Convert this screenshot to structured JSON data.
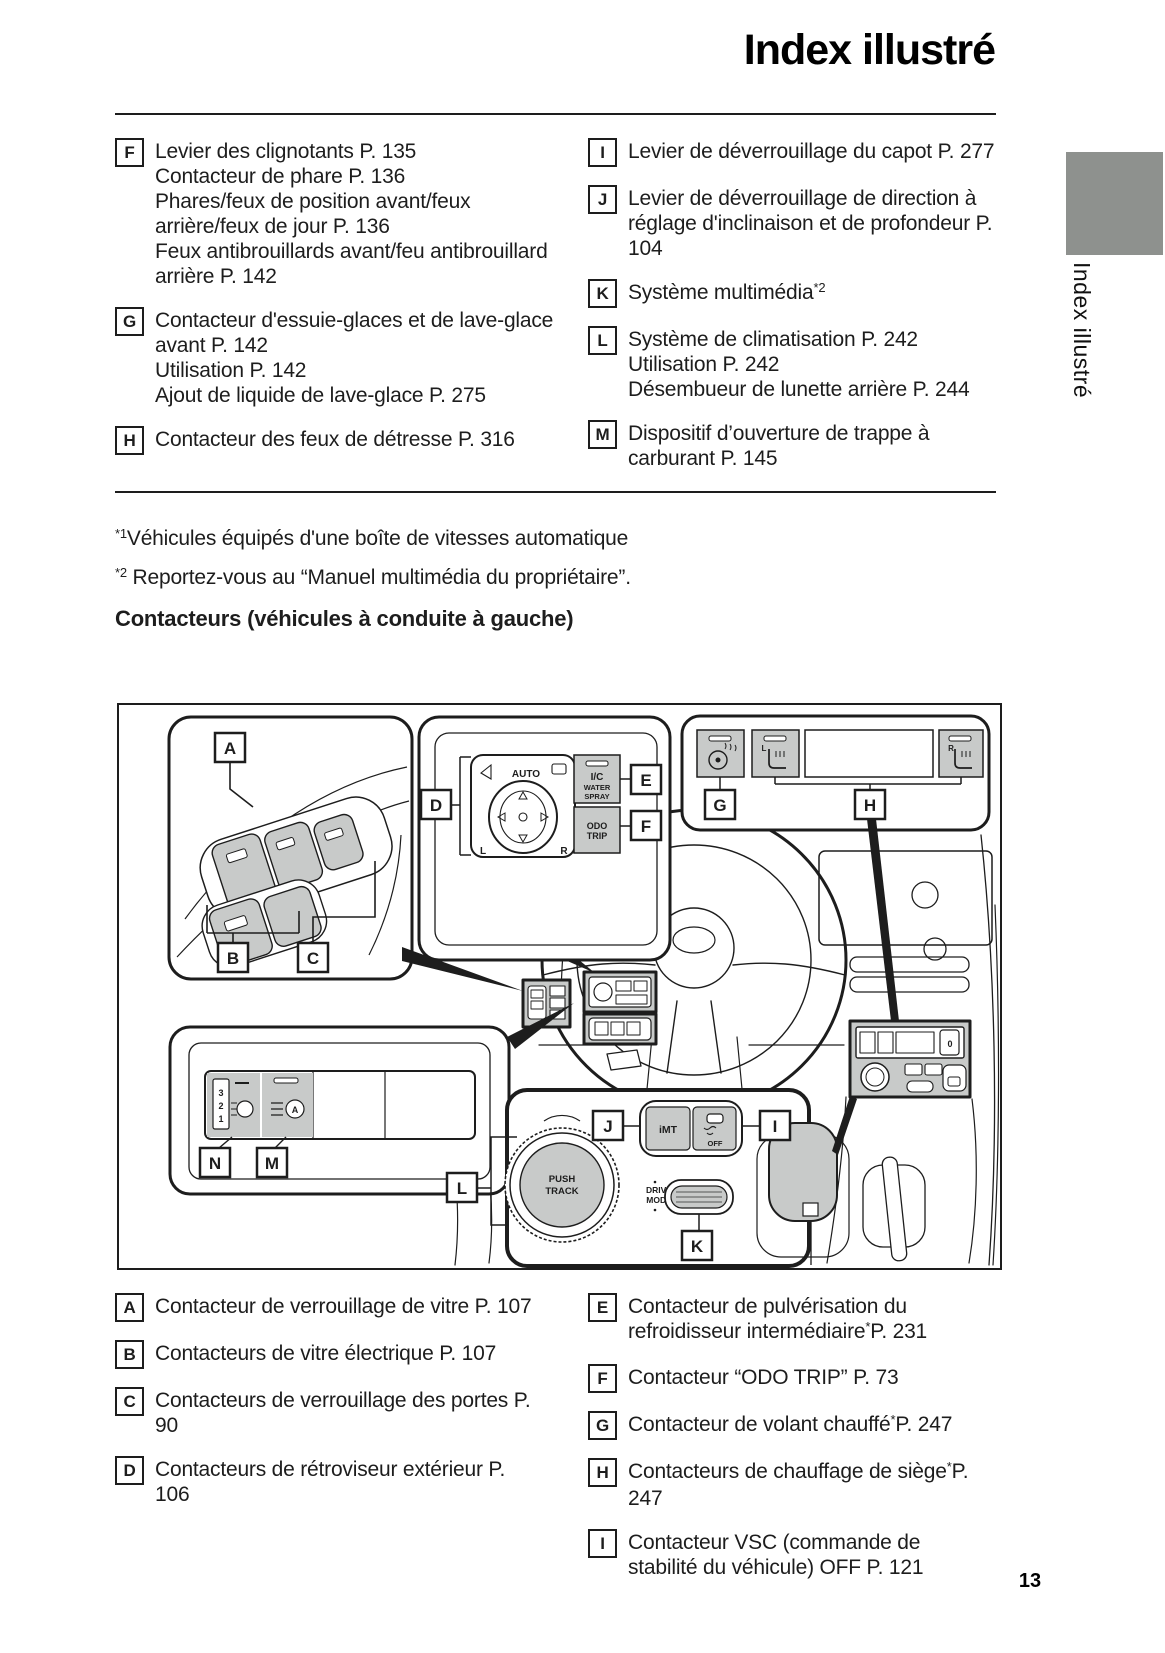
{
  "page": {
    "title": "Index illustré",
    "sidebar_tab": "Index illustré",
    "page_number": "13",
    "section_heading": "Contacteurs (véhicules à conduite à gauche)"
  },
  "footnotes": {
    "f1_sup": "*1",
    "f1_text": "Véhicules équipés d'une boîte de vitesses automatique",
    "f2_sup": "*2",
    "f2_text": " Reportez-vous au “Manuel multimédia du propriétaire”."
  },
  "top_list": {
    "left": [
      {
        "key": "F",
        "lines": [
          "Levier des clignotants P. 135",
          "Contacteur de phare P. 136",
          "Phares/feux de position avant/feux arrière/feux de jour P. 136",
          "Feux antibrouillards avant/feu antibrouillard arrière P. 142"
        ]
      },
      {
        "key": "G",
        "lines": [
          "Contacteur d'essuie-glaces et de lave-glace avant P. 142",
          "Utilisation P. 142",
          "Ajout de liquide de lave-glace P. 275"
        ]
      },
      {
        "key": "H",
        "lines": [
          "Contacteur des feux de détresse P. 316"
        ]
      }
    ],
    "right": [
      {
        "key": "I",
        "lines": [
          "Levier de déverrouillage du capot P. 277"
        ]
      },
      {
        "key": "J",
        "lines": [
          "Levier de déverrouillage de direction à réglage d'inclinaison et de profondeur P. 104"
        ]
      },
      {
        "key": "K",
        "text": "Système multimédia",
        "sup": "*2"
      },
      {
        "key": "L",
        "lines": [
          "Système de climatisation P. 242",
          "Utilisation P. 242",
          "Désembueur de lunette arrière P. 244"
        ]
      },
      {
        "key": "M",
        "lines": [
          "Dispositif d’ouverture de trappe à carburant P. 145"
        ]
      }
    ]
  },
  "bottom_list": {
    "left": [
      {
        "key": "A",
        "lines": [
          "Contacteur de verrouillage de vitre P. 107"
        ]
      },
      {
        "key": "B",
        "lines": [
          "Contacteurs de vitre électrique P. 107"
        ]
      },
      {
        "key": "C",
        "lines": [
          "Contacteurs de verrouillage des portes P. 90"
        ]
      },
      {
        "key": "D",
        "lines": [
          "Contacteurs de rétroviseur extérieur P. 106"
        ]
      }
    ],
    "right": [
      {
        "key": "E",
        "pre": "Contacteur de pulvérisation du refroidisseur intermédiaire",
        "sup": "*",
        "post": "P. 231"
      },
      {
        "key": "F",
        "lines": [
          "Contacteur “ODO TRIP” P. 73"
        ]
      },
      {
        "key": "G",
        "pre": "Contacteur de volant chauffé",
        "sup": "*",
        "post": "P. 247"
      },
      {
        "key": "H",
        "pre": "Contacteurs de chauffage de siège",
        "sup": "*",
        "post": "P. 247"
      },
      {
        "key": "I",
        "lines": [
          "Contacteur VSC (commande de stabilité du véhicule) OFF P. 121"
        ]
      }
    ]
  },
  "diagram": {
    "labels": {
      "a": "A",
      "b": "B",
      "c": "C",
      "d": "D",
      "e": "E",
      "f": "F",
      "g": "G",
      "h": "H",
      "i": "I",
      "j": "J",
      "k": "K",
      "l": "L",
      "m": "M",
      "n": "N"
    },
    "texts": {
      "auto": "AUTO",
      "ic": "I/C",
      "water": "WATER",
      "spray": "SPRAY",
      "odo": "ODO",
      "trip": "TRIP",
      "left": "L",
      "right": "R",
      "imt": "iMT",
      "off": "OFF",
      "drive": "DRIVE",
      "mode": "MODE",
      "push": "PUSH",
      "track": "TRACK",
      "level3": "3",
      "level2": "2",
      "level1": "1",
      "zero": "0",
      "a_icon": "A"
    },
    "colors": {
      "button_gray": "#c8cac9",
      "line": "#1d1d1d",
      "tab_gray": "#8e918e"
    }
  }
}
